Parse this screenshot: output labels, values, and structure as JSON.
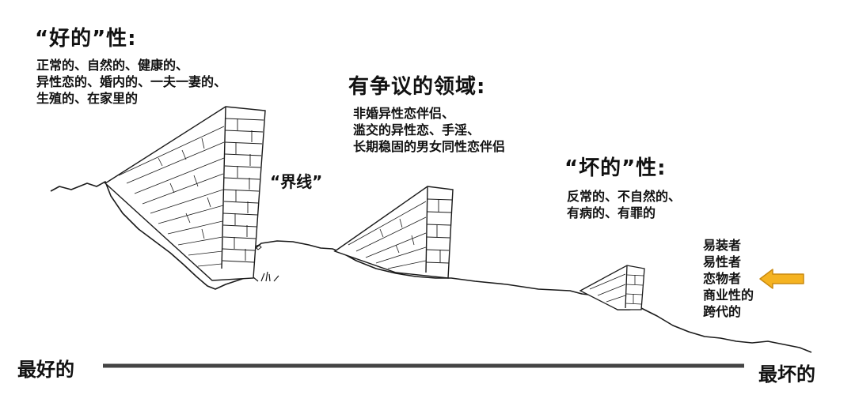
{
  "good": {
    "heading": "“好的”性:",
    "lines": [
      "正常的、自然的、健康的、",
      "异性恋的、婚内的、一夫一妻的、",
      "生殖的、在家里的"
    ]
  },
  "contested": {
    "heading": "有争议的领域:",
    "lines": [
      "非婚异性恋伴侣、",
      "滥交的异性恋、手淫、",
      "长期稳固的男女同性恋伴侣"
    ]
  },
  "boundary": {
    "label": "“界线”"
  },
  "bad": {
    "heading": "“坏的”性:",
    "lines": [
      "反常的、不自然的、",
      "有病的、有罪的"
    ]
  },
  "fringe": {
    "items": [
      "易装者",
      "易性者",
      "恋物者",
      "商业性的",
      "跨代的"
    ]
  },
  "scale": {
    "left_label": "最好的",
    "right_label": "最坏的"
  },
  "colors": {
    "arrow_fill": "#f5b321",
    "arrow_stroke": "#c98a10",
    "ink": "#111111"
  },
  "icons": {
    "pointer": "arrow-left-icon"
  }
}
